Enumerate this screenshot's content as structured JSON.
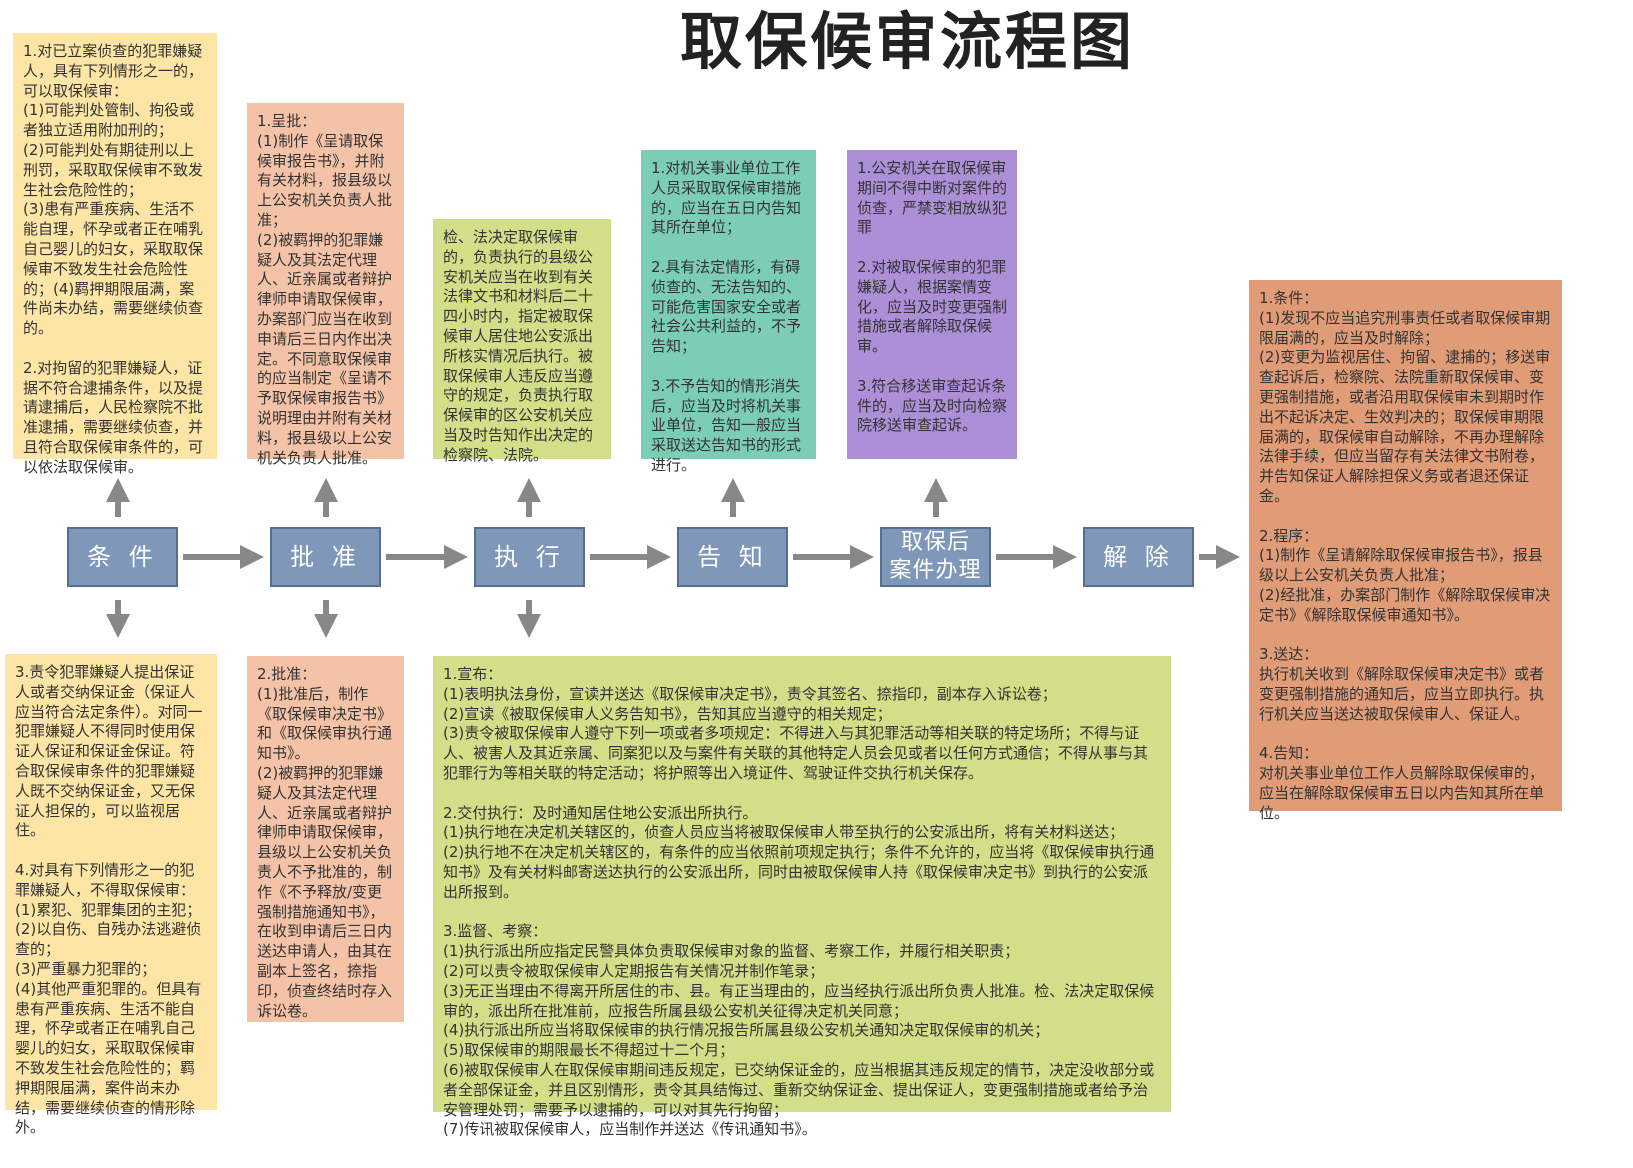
{
  "title": "取保候审流程图",
  "nodes": {
    "condition": "条 件",
    "approve": "批 准",
    "execute": "执 行",
    "notify": "告 知",
    "after": "取保后\n案件办理",
    "release": "解 除"
  },
  "boxes": {
    "condition_top": "1.对已立案侦查的犯罪嫌疑人，具有下列情形之一的，可以取保候审：\n(1)可能判处管制、拘役或者独立适用附加刑的；\n(2)可能判处有期徒刑以上刑罚，采取取保候审不致发生社会危险性的；\n(3)患有严重疾病、生活不能自理，怀孕或者正在哺乳自己婴儿的妇女，采取取保候审不致发生社会危险性的；(4)羁押期限届满，案件尚未办结，需要继续侦查的。\n\n2.对拘留的犯罪嫌疑人，证据不符合逮捕条件，以及提请逮捕后，人民检察院不批准逮捕，需要继续侦查，并且符合取保候审条件的，可以依法取保候审。",
    "approve_top": "1.呈批：\n(1)制作《呈请取保候审报告书》，并附有关材料，报县级以上公安机关负责人批准；\n(2)被羁押的犯罪嫌疑人及其法定代理人、近亲属或者辩护律师申请取保候审，办案部门应当在收到申请后三日内作出决定。不同意取保候审的应当制定《呈请不予取保候审报告书》说明理由并附有关材料，报县级以上公安机关负责人批准。",
    "execute_top": "检、法决定取保候审的，负责执行的县级公安机关应当在收到有关法律文书和材料后二十四小时内，指定被取保候审人居住地公安派出所核实情况后执行。被取保候审人违反应当遵守的规定，负责执行取保候审的区公安机关应当及时告知作出决定的检察院、法院。",
    "notify_top": "1.对机关事业单位工作人员采取取保候审措施的，应当在五日内告知其所在单位；\n\n2.具有法定情形，有碍侦查的、无法告知的、可能危害国家安全或者社会公共利益的，不予告知；\n\n3.不予告知的情形消失后，应当及时将机关事业单位，告知一般应当采取送达告知书的形式进行。",
    "after_top": "1.公安机关在取保候审期间不得中断对案件的侦查，严禁变相放纵犯罪\n\n2.对被取保候审的犯罪嫌疑人，根据案情变化，应当及时变更强制措施或者解除取保候审。\n\n3.符合移送审查起诉条件的，应当及时向检察院移送审查起诉。",
    "release_side": "1.条件：\n(1)发现不应当追究刑事责任或者取保候审期限届满的，应当及时解除；\n(2)变更为监视居住、拘留、逮捕的；移送审查起诉后，检察院、法院重新取保候审、变更强制措施，或者沿用取保候审未到期时作出不起诉决定、生效判决的；取保候审期限届满的，取保候审自动解除，不再办理解除法律手续，但应当留存有关法律文书附卷，并告知保证人解除担保义务或者退还保证金。\n\n2.程序：\n(1)制作《呈请解除取保候审报告书》，报县级以上公安机关负责人批准；\n(2)经批准，办案部门制作《解除取保候审决定书》《解除取保候审通知书》。\n\n3.送达：\n执行机关收到《解除取保候审决定书》或者变更强制措施的通知后，应当立即执行。执行机关应当送达被取保候审人、保证人。\n\n4.告知：\n对机关事业单位工作人员解除取保候审的，应当在解除取保候审五日以内告知其所在单位。",
    "condition_bottom": "3.责令犯罪嫌疑人提出保证人或者交纳保证金（保证人应当符合法定条件）。对同一犯罪嫌疑人不得同时使用保证人保证和保证金保证。符合取保候审条件的犯罪嫌疑人既不交纳保证金，又无保证人担保的，可以监视居住。\n\n4.对具有下列情形之一的犯罪嫌疑人，不得取保候审：\n(1)累犯、犯罪集团的主犯；\n(2)以自伤、自残办法逃避侦查的；\n(3)严重暴力犯罪的；\n(4)其他严重犯罪的。但具有患有严重疾病、生活不能自理，怀孕或者正在哺乳自己婴儿的妇女，采取取保候审不致发生社会危险性的；羁押期限届满，案件尚未办结，需要继续侦查的情形除外。",
    "approve_bottom": "2.批准：\n(1)批准后，制作《取保候审决定书》和《取保候审执行通知书》。\n(2)被羁押的犯罪嫌疑人及其法定代理人、近亲属或者辩护律师申请取保候审，县级以上公安机关负责人不予批准的，制作《不予释放/变更强制措施通知书》，在收到申请后三日内送达申请人，由其在副本上签名，捺指印，侦查终结时存入诉讼卷。",
    "execute_bottom": "1.宣布：\n(1)表明执法身份，宣读并送达《取保候审决定书》，责令其签名、捺指印，副本存入诉讼卷；\n(2)宣读《被取保候审人义务告知书》，告知其应当遵守的相关规定；\n(3)责令被取保候审人遵守下列一项或者多项规定：不得进入与其犯罪活动等相关联的特定场所；不得与证人、被害人及其近亲属、同案犯以及与案件有关联的其他特定人员会见或者以任何方式通信；不得从事与其犯罪行为等相关联的特定活动；将护照等出入境证件、驾驶证件交执行机关保存。\n\n2.交付执行：及时通知居住地公安派出所执行。\n(1)执行地在决定机关辖区的，侦查人员应当将被取保候审人带至执行的公安派出所，将有关材料送达；\n(2)执行地不在决定机关辖区的，有条件的应当依照前项规定执行；条件不允许的，应当将《取保候审执行通知书》及有关材料邮寄送达执行的公安派出所，同时由被取保候审人持《取保候审决定书》到执行的公安派出所报到。\n\n3.监督、考察：\n(1)执行派出所应指定民警具体负责取保候审对象的监督、考察工作，并履行相关职责；\n(2)可以责令被取保候审人定期报告有关情况并制作笔录；\n(3)无正当理由不得离开所居住的市、县。有正当理由的，应当经执行派出所负责人批准。检、法决定取保候审的，派出所在批准前，应报告所属县级公安机关征得决定机关同意；\n(4)执行派出所应当将取保候审的执行情况报告所属县级公安机关通知决定取保候审的机关；\n(5)取保候审的期限最长不得超过十二个月；\n(6)被取保候审人在取保候审期间违反规定，已交纳保证金的，应当根据其违反规定的情节，决定没收部分或者全部保证金，并且区别情形，责令其具结悔过、重新交纳保证金、提出保证人，变更强制措施或者给予治安管理处罚；需要予以逮捕的，可以对其先行拘留；\n(7)传讯被取保候审人，应当制作并送达《传讯通知书》。"
  },
  "colors": {
    "yellow": "#fde5a5",
    "salmon": "#f4c3a7",
    "lime": "#d3de89",
    "teal": "#7ccdb5",
    "purple": "#ad8fd8",
    "orange": "#e09b77",
    "node": "#7f97b9",
    "arrow": "#888888"
  }
}
